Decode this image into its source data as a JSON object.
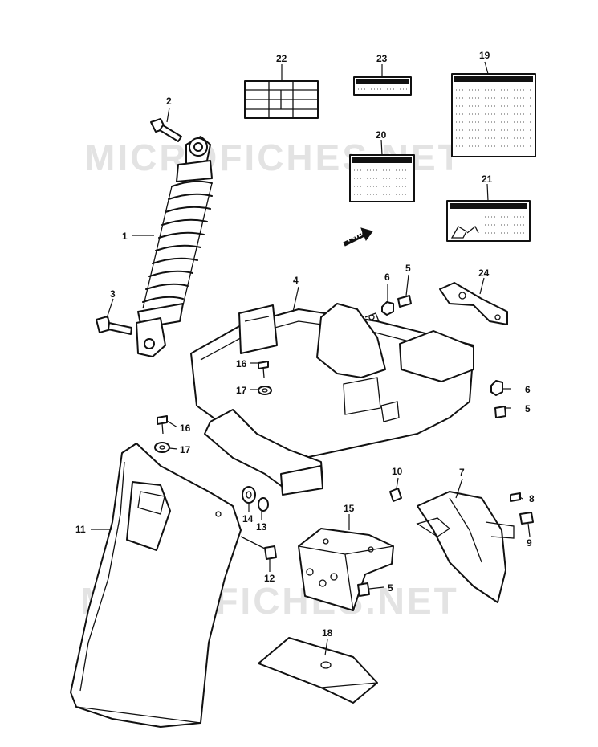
{
  "watermarks": [
    "MICROFICHES.NET",
    "MICROFICHES.NET"
  ],
  "fwd_label": "FWD",
  "callouts": {
    "c1": "1",
    "c2": "2",
    "c3": "3",
    "c4": "4",
    "c5a": "5",
    "c5b": "5",
    "c5c": "5",
    "c6a": "6",
    "c6b": "6",
    "c7": "7",
    "c8": "8",
    "c9": "9",
    "c10": "10",
    "c11": "11",
    "c12": "12",
    "c13": "13",
    "c14": "14",
    "c15": "15",
    "c16a": "16",
    "c16b": "16",
    "c17a": "17",
    "c17b": "17",
    "c18": "18",
    "c19": "19",
    "c20": "20",
    "c21": "21",
    "c22": "22",
    "c23": "23",
    "c24": "24"
  },
  "colors": {
    "line": "#111111",
    "watermark": "#e3e3e3",
    "background": "#ffffff"
  }
}
